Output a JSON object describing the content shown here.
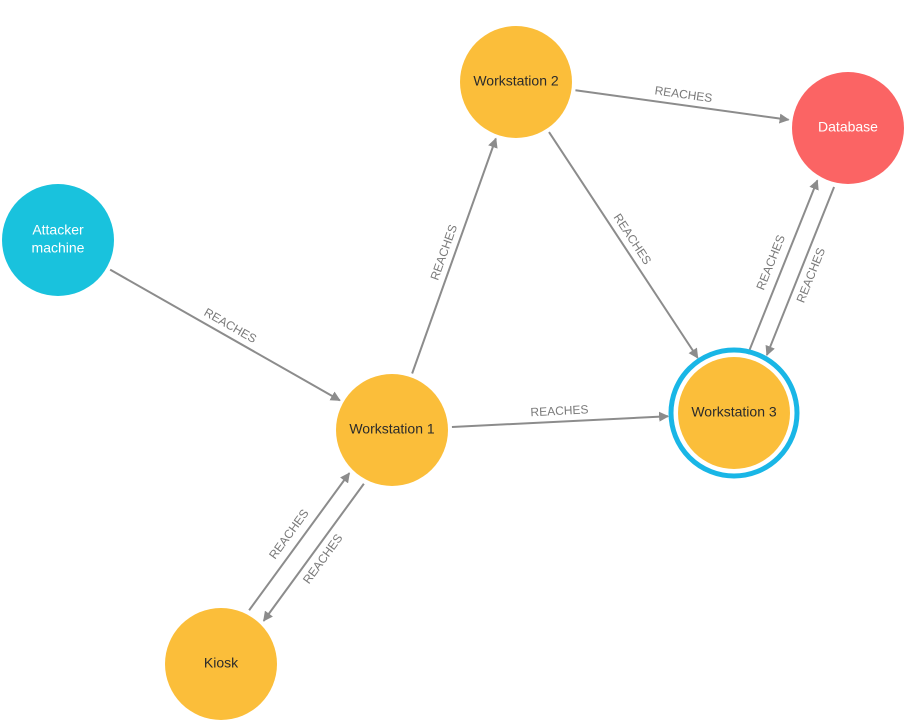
{
  "graph": {
    "nodes": [
      {
        "id": "attacker",
        "lines": [
          "Attacker",
          "machine"
        ],
        "color": "#19c2dd",
        "text_color": "#ffffff",
        "selected": false
      },
      {
        "id": "ws1",
        "lines": [
          "Workstation 1"
        ],
        "color": "#fbbe3a",
        "text_color": "#2b2b2b",
        "selected": false
      },
      {
        "id": "ws2",
        "lines": [
          "Workstation 2"
        ],
        "color": "#fbbe3a",
        "text_color": "#2b2b2b",
        "selected": false
      },
      {
        "id": "ws3",
        "lines": [
          "Workstation 3"
        ],
        "color": "#fbbe3a",
        "text_color": "#2b2b2b",
        "selected": true
      },
      {
        "id": "db",
        "lines": [
          "Database"
        ],
        "color": "#fb6464",
        "text_color": "#ffffff",
        "selected": false
      },
      {
        "id": "kiosk",
        "lines": [
          "Kiosk"
        ],
        "color": "#fbbe3a",
        "text_color": "#2b2b2b",
        "selected": false
      }
    ],
    "edges": [
      {
        "from": "attacker",
        "to": "ws1",
        "label": "REACHES"
      },
      {
        "from": "ws1",
        "to": "ws2",
        "label": "REACHES"
      },
      {
        "from": "ws1",
        "to": "ws3",
        "label": "REACHES"
      },
      {
        "from": "ws2",
        "to": "db",
        "label": "REACHES"
      },
      {
        "from": "ws2",
        "to": "ws3",
        "label": "REACHES"
      },
      {
        "from": "db",
        "to": "ws3",
        "label": "REACHES"
      },
      {
        "from": "ws3",
        "to": "db",
        "label": "REACHES"
      },
      {
        "from": "ws1",
        "to": "kiosk",
        "label": "REACHES"
      },
      {
        "from": "kiosk",
        "to": "ws1",
        "label": "REACHES"
      }
    ],
    "edge_color": "#8c8c8c",
    "selection_color": "#19b6e6"
  }
}
